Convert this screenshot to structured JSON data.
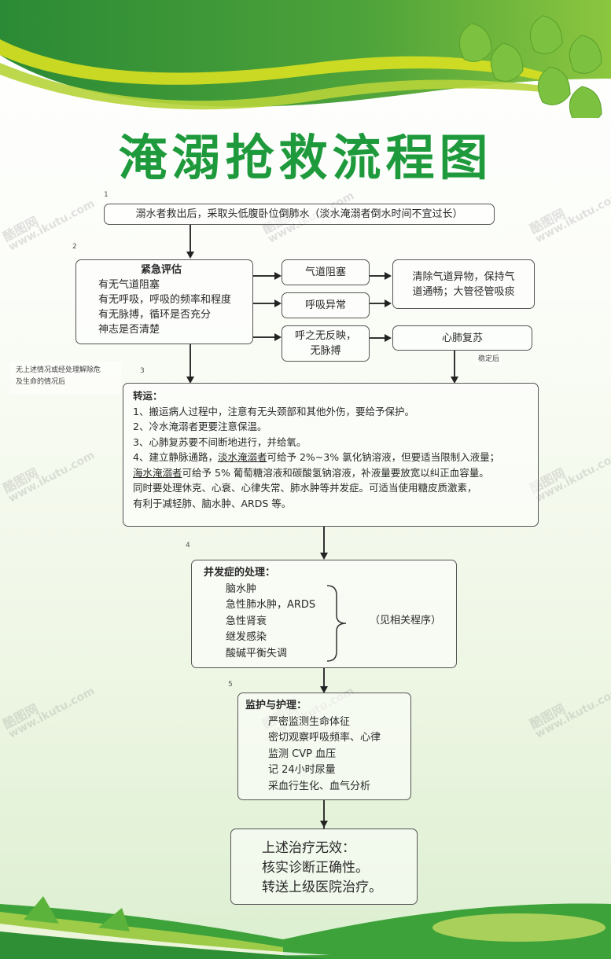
{
  "title": "淹溺抢救流程图",
  "colors": {
    "title": "#1e9a3c",
    "header_dark": "#2e8a34",
    "header_light": "#8cc63f",
    "accent_yellow": "#d9e021",
    "border": "#555555"
  },
  "watermark": {
    "logo": "酷图网",
    "url": "www.ikutu.com"
  },
  "steps": [
    {
      "number": "1",
      "text": "溺水者救出后，采取头低腹卧位倒肺水（淡水淹溺者倒水时间不宜过长）"
    },
    {
      "number": "2",
      "assessment": {
        "title": "紧急评估",
        "items": [
          "有无气道阻塞",
          "有无呼吸，呼吸的频率和程度",
          "有无脉搏，循环是否充分",
          "神志是否清楚"
        ]
      },
      "branches": [
        {
          "condition": "气道阻塞",
          "action": "清除气道异物，保持气道通畅；大管径管吸痰"
        },
        {
          "condition": "呼吸异常",
          "action": "清除气道异物，保持气道通畅；大管径管吸痰"
        },
        {
          "condition": "呼之无反映，无脉搏",
          "condition_line1": "呼之无反映，",
          "condition_line2": "无脉搏",
          "action": "心肺复苏"
        }
      ],
      "action_shared_line1": "清除气道异物，保持气",
      "action_shared_line2": "道通畅；大管径管吸痰",
      "stable_label": "稳定后",
      "side_note_line1": "无上述情况或经处理解除危",
      "side_note_line2": "及生命的情况后"
    },
    {
      "number": "3",
      "title": "转运：",
      "items": [
        "1、搬运病人过程中，注意有无头颈部和其他外伤，要给予保护。",
        "2、冷水淹溺者更要注意保温。",
        "3、心肺复苏要不间断地进行，并给氧。"
      ],
      "item4": {
        "prefix": "4、建立静脉通路，",
        "fresh_water": "淡水淹溺者",
        "fresh_water_rx": "可给予 2%~3% 氯化钠溶液，但要适当限制入液量；",
        "sea_water": "海水淹溺者",
        "sea_water_rx": "可给予 5% 葡萄糖溶液和碳酸氢钠溶液，补液量要放宽以纠正血容量。",
        "line3": "同时要处理休克、心衰、心律失常、肺水肿等并发症。可适当使用糖皮质激素，",
        "line4": "有利于减轻肺、脑水肿、ARDS 等。"
      }
    },
    {
      "number": "4",
      "title": "并发症的处理：",
      "items": [
        "脑水肿",
        "急性肺水肿，ARDS",
        "急性肾衰",
        "继发感染",
        "酸碱平衡失调"
      ],
      "reference": "（见相关程序）"
    },
    {
      "number": "5",
      "title": "监护与护理：",
      "items": [
        "严密监测生命体征",
        "密切观察呼吸频率、心律",
        "监测 CVP 血压",
        "记 24小时尿量",
        "采血行生化、血气分析"
      ]
    },
    {
      "lines": [
        "上述治疗无效：",
        "核实诊断正确性。",
        "转送上级医院治疗。"
      ]
    }
  ]
}
